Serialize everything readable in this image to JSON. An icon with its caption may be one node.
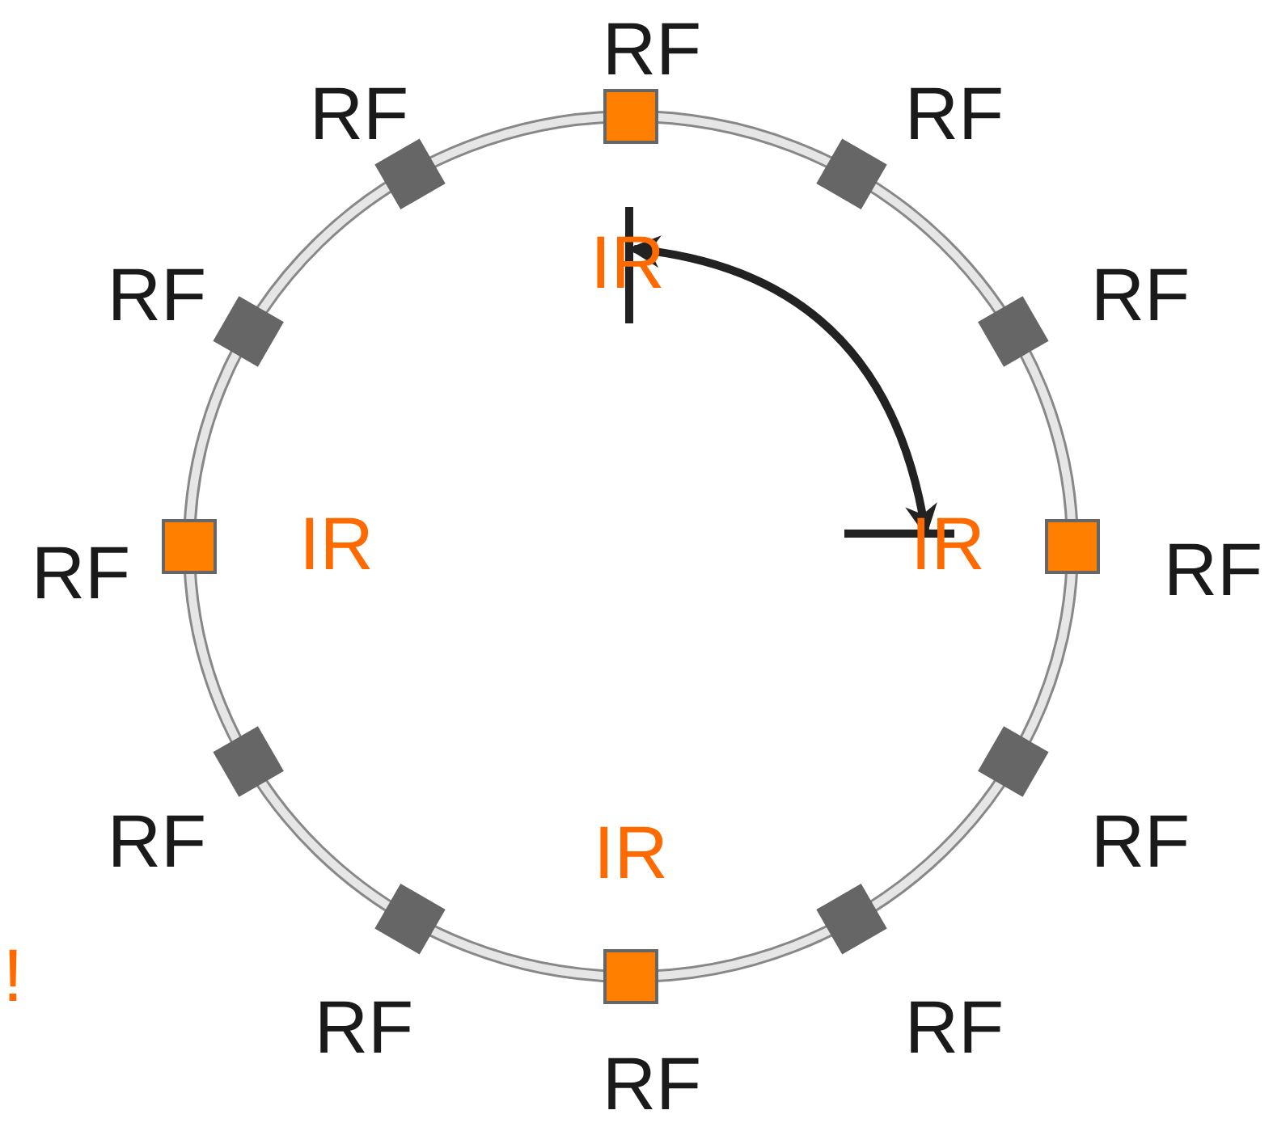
{
  "diagram": {
    "nodes": [
      {
        "text": [
          "IR"
        ]
      },
      {
        "text": [
          "IR"
        ]
      },
      {
        "text": [
          "IR"
        ]
      },
      {
        "text": [
          "IR"
        ]
      }
    ],
    "edges": [
      {
        "from": 0,
        "to": 1,
        "arrow": "both"
      }
    ],
    "labels": [
      "RF",
      "RF",
      "RF",
      "RF",
      "RF",
      "RF",
      "RF",
      "RF",
      "RF",
      "RF",
      "RF",
      "RF",
      "!"
    ]
  }
}
